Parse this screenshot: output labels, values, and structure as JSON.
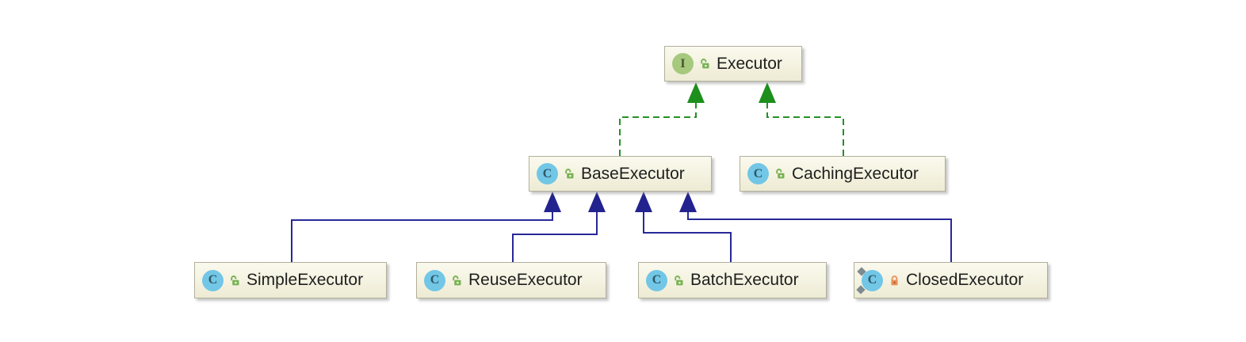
{
  "diagram": {
    "icon_letters": {
      "interface": "I",
      "class": "C"
    },
    "nodes": {
      "executor": {
        "label": "Executor",
        "kind": "interface",
        "visibility": "public"
      },
      "base_executor": {
        "label": "BaseExecutor",
        "kind": "class",
        "visibility": "public"
      },
      "caching_executor": {
        "label": "CachingExecutor",
        "kind": "class",
        "visibility": "public"
      },
      "simple_executor": {
        "label": "SimpleExecutor",
        "kind": "class",
        "visibility": "public"
      },
      "reuse_executor": {
        "label": "ReuseExecutor",
        "kind": "class",
        "visibility": "public"
      },
      "batch_executor": {
        "label": "BatchExecutor",
        "kind": "class",
        "visibility": "public"
      },
      "closed_executor": {
        "label": "ClosedExecutor",
        "kind": "class",
        "visibility": "package-private",
        "static_marker": true
      }
    },
    "edges": [
      {
        "from": "BaseExecutor",
        "to": "Executor",
        "relation": "implements",
        "style": "green-dashed"
      },
      {
        "from": "CachingExecutor",
        "to": "Executor",
        "relation": "implements",
        "style": "green-dashed"
      },
      {
        "from": "SimpleExecutor",
        "to": "BaseExecutor",
        "relation": "extends",
        "style": "blue-solid"
      },
      {
        "from": "ReuseExecutor",
        "to": "BaseExecutor",
        "relation": "extends",
        "style": "blue-solid"
      },
      {
        "from": "BatchExecutor",
        "to": "BaseExecutor",
        "relation": "extends",
        "style": "blue-solid"
      },
      {
        "from": "ClosedExecutor",
        "to": "BaseExecutor",
        "relation": "extends",
        "style": "blue-solid"
      }
    ],
    "colors": {
      "implements_line": "#259025",
      "extends_line": "#28289a",
      "node_fill": "#f4f2e0",
      "node_border": "#b2b09c",
      "interface_icon": "#a6c97e",
      "class_icon": "#72c6e6",
      "public_lock": "#79b254",
      "package_private_lock": "#e8915c"
    }
  }
}
